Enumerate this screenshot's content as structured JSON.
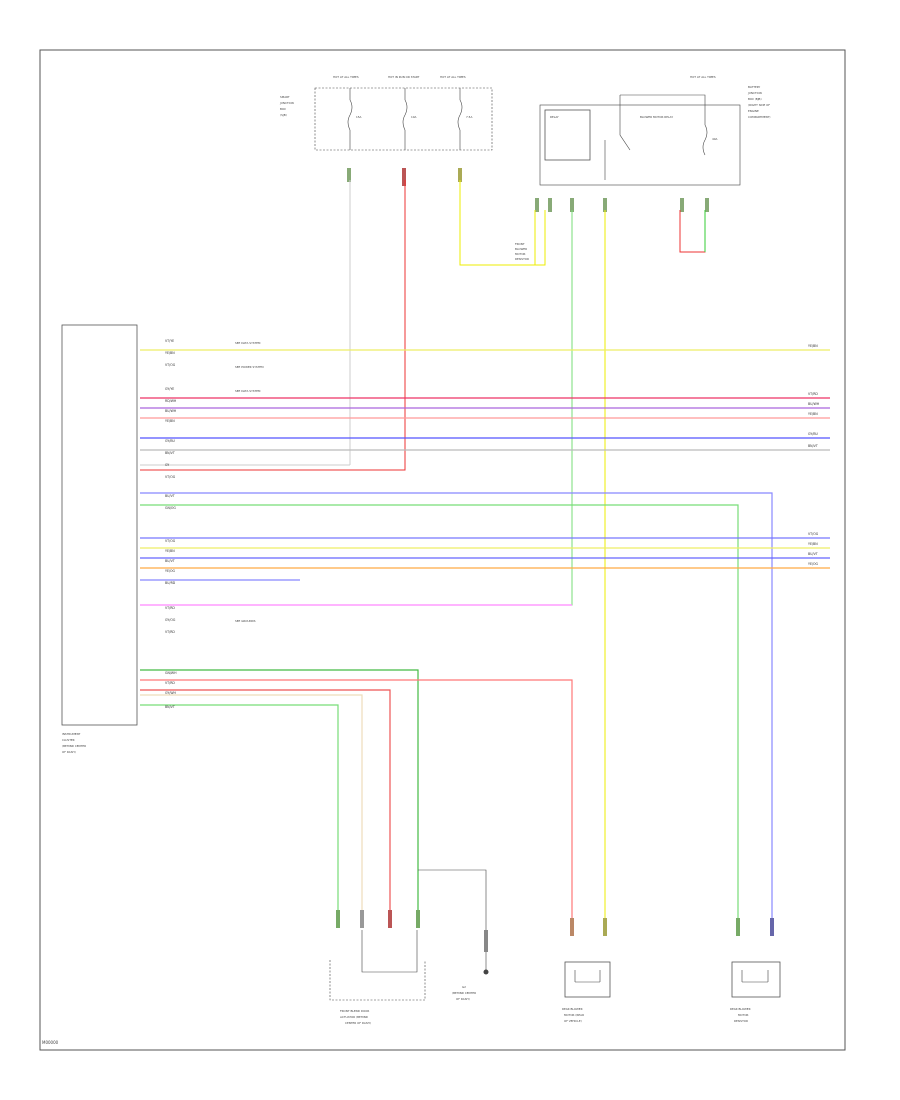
{
  "diagram_code": "M00000",
  "components": {
    "hot_start_fuse_left": "HOT AT ALL TIMES",
    "hot_run_fuse": "HOT IN RUN OR START",
    "hot_start_fuse_right": "HOT AT ALL TIMES",
    "left_fuse_labels": [
      "SMART",
      "JUNCTION",
      "BOX",
      "(SJB)"
    ],
    "left_fuse_name": "15A",
    "mid_fuse_name": "10A",
    "right_fuse_name": "7.5A",
    "relay_hot_label": "HOT AT ALL TIMES",
    "relay_box_labels": [
      "BATTERY",
      "JUNCTION",
      "BOX (BJB)",
      "(RIGHT SIDE OF",
      "ENGINE",
      "COMPARTMENT)"
    ],
    "relay_left_label": "RELAY",
    "relay_mid_label": "BLOWER MOTOR RELAY",
    "relay_right_label": "40A",
    "ground_note": [
      "FRONT",
      "BLOWER",
      "MOTOR",
      "RESISTOR"
    ],
    "instrument_cluster_labels": [
      "INSTRUMENT",
      "CLUSTER",
      "(BEHIND CENTER",
      "OF DASH)"
    ],
    "front_blend_door": [
      "FRONT BLEND DOOR",
      "ACTUATOR (BEHIND",
      "CENTER OF DASH)"
    ],
    "dash_ground": [
      "G2",
      "(BEHIND CENTER",
      "OF DASH)"
    ],
    "rear_blower": [
      "REAR BLOWER",
      "MOTOR (REAR",
      "OF VEHICLE)"
    ],
    "rear_blower_resistor": [
      "REAR BLOWER",
      "MOTOR",
      "RESISTOR"
    ]
  },
  "wire_labels": [
    "VT/YE",
    "YE/BN",
    "VT/OG",
    "GY/YE",
    "RD/WH",
    "BU/WH",
    "YE/BN",
    "GY/BU",
    "BN/VT",
    "GY",
    "VT/OG",
    "BU/VT",
    "GN/OG",
    "VT/OG",
    "YE/BN",
    "BU/VT",
    "YE/OG",
    "BU/RD",
    "VT/RD",
    "GY/OG",
    "VT/RD",
    "GN/WH",
    "VT/RD",
    "GY/WH",
    "BN/VT"
  ],
  "pin_notes": [
    "SEE DATA SYSTEM",
    "SEE POWER SYSTEM",
    "SEE DATA SYSTEM",
    "SEE GROUNDS"
  ],
  "right_side_labels": [
    "YE/BN",
    "VT/RD",
    "BU/WH",
    "YE/BN",
    "GY/BU",
    "BN/VT",
    "VT/OG",
    "YE/BN",
    "BU/VT",
    "YE/OG"
  ]
}
